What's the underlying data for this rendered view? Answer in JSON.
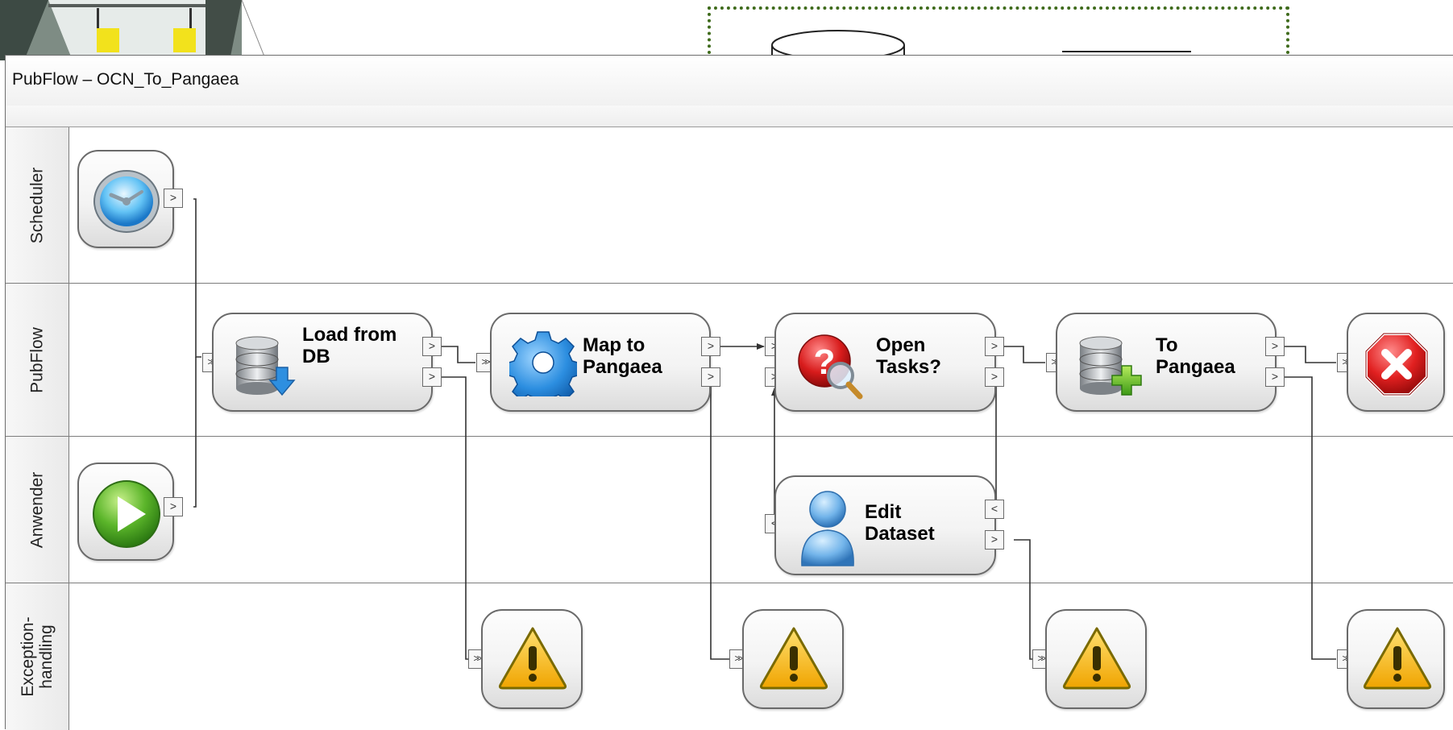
{
  "diagram": {
    "title": "PubFlow – OCN_To_Pangaea",
    "lanes": [
      {
        "id": "scheduler",
        "label_lines": [
          "Scheduler"
        ]
      },
      {
        "id": "pubflow",
        "label_lines": [
          "PubFlow"
        ]
      },
      {
        "id": "anwender",
        "label_lines": [
          "Anwender"
        ]
      },
      {
        "id": "exception",
        "label_lines": [
          "Exception-",
          "handling"
        ]
      }
    ],
    "nodes": {
      "load": {
        "label_lines": [
          "Load from",
          "DB"
        ],
        "icon": "database-download-icon"
      },
      "map": {
        "label_lines": [
          "Map to",
          "Pangaea"
        ],
        "icon": "gear-icon"
      },
      "open": {
        "label_lines": [
          "Open",
          "Tasks?"
        ],
        "icon": "question-search-icon"
      },
      "pangaea": {
        "label_lines": [
          "To",
          "Pangaea"
        ],
        "icon": "database-add-icon"
      },
      "edit": {
        "label_lines": [
          "Edit",
          "Dataset"
        ],
        "icon": "user-icon"
      },
      "scheduler_start": {
        "icon": "clock-icon"
      },
      "user_start": {
        "icon": "play-icon"
      },
      "end": {
        "icon": "stop-error-icon"
      },
      "warning": {
        "icon": "warning-icon"
      }
    },
    "port_glyphs": {
      "out": ">",
      "back": "<",
      "in": ">>"
    },
    "colors": {
      "frame": "#6d6d6d",
      "dotted_border": "#3f6b1c",
      "line": "#333333"
    }
  }
}
